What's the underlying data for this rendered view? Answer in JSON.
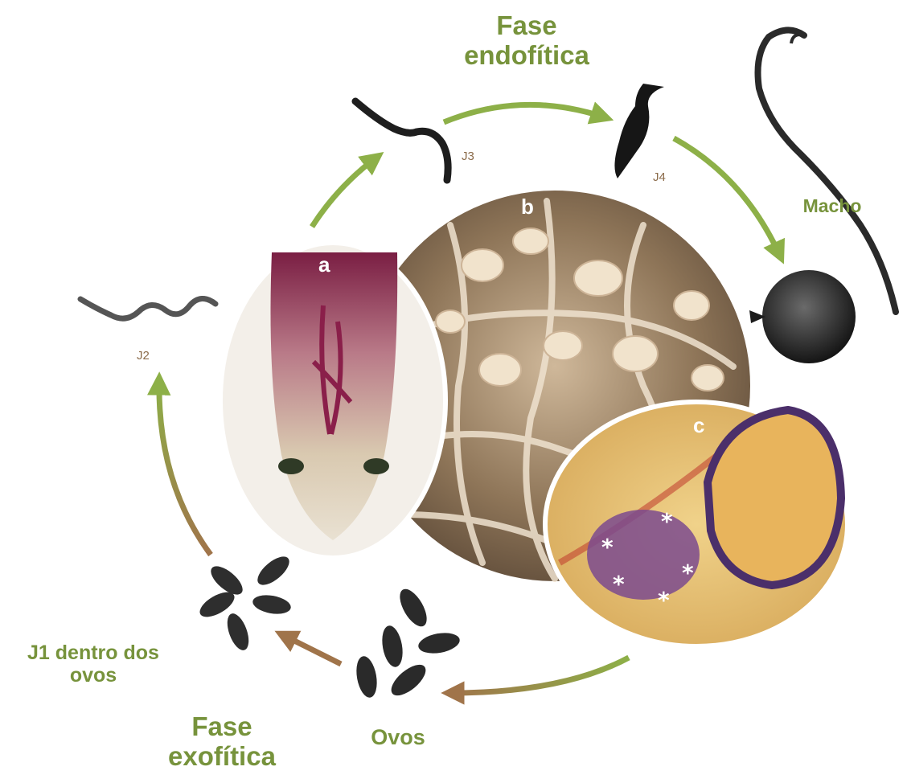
{
  "phases": {
    "endophytic": "Fase\nendofítica",
    "exophytic": "Fase\nexofítica"
  },
  "stages": {
    "j2": "J2",
    "j3": "J3",
    "j4": "J4",
    "male": "Macho",
    "eggs": "Ovos",
    "j1_in_eggs": "J1 dentro dos\novos"
  },
  "panels": {
    "a": "a",
    "b": "b",
    "c": "c"
  },
  "colors": {
    "cycle_green": "#77933c",
    "cycle_brown": "#a0744a",
    "stage_label": "#8b6b4a"
  }
}
